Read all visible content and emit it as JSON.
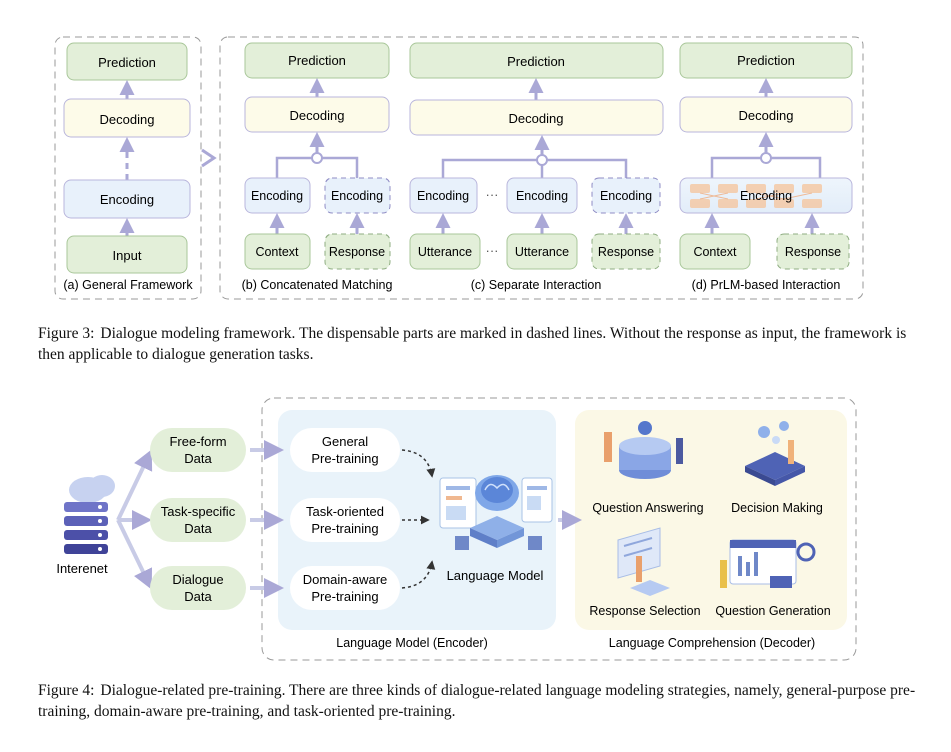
{
  "figure3": {
    "boxes": {
      "prediction": "Prediction",
      "decoding": "Decoding",
      "encoding": "Encoding",
      "input": "Input",
      "context": "Context",
      "response": "Response",
      "utterance": "Utterance"
    },
    "panels": {
      "a": "(a) General Framework",
      "b": "(b) Concatenated Matching",
      "c": "(c) Separate Interaction",
      "d": "(d) PrLM-based Interaction"
    },
    "caption_label": "Figure 3:",
    "caption": "Dialogue modeling framework. The dispensable parts are marked in dashed lines. Without the response as input, the framework is then applicable to dialogue generation tasks."
  },
  "figure4": {
    "source": "Interenet",
    "data": [
      "Free-form Data",
      "Task-specific Data",
      "Dialogue Data"
    ],
    "data_lines": [
      [
        "Free-form",
        "Data"
      ],
      [
        "Task-specific",
        "Data"
      ],
      [
        "Dialogue",
        "Data"
      ]
    ],
    "pretraining": [
      [
        "General",
        "Pre-training"
      ],
      [
        "Task-oriented",
        "Pre-training"
      ],
      [
        "Domain-aware",
        "Pre-training"
      ]
    ],
    "model": "Language Model",
    "encoder_label": "Language Model (Encoder)",
    "decoder_label": "Language Comprehension (Decoder)",
    "tasks": [
      "Question Answering",
      "Decision Making",
      "Response Selection",
      "Question Generation"
    ],
    "caption_label": "Figure 4:",
    "caption": "Dialogue-related pre-training. There are three kinds of dialogue-related language modeling strategies, namely, general-purpose pre-training, domain-aware pre-training, and task-oriented pre-training."
  },
  "colors": {
    "green_box": "#e3efd9",
    "green_stroke": "#a9c79a",
    "yellow_box": "#fdfbe9",
    "blue_box": "#e8f1fb",
    "purple_stroke": "#b9b6dc",
    "arrow": "#aaa8d6",
    "decoder_bg": "#fbf8e6",
    "encoder_bg": "#e9f3fa"
  }
}
